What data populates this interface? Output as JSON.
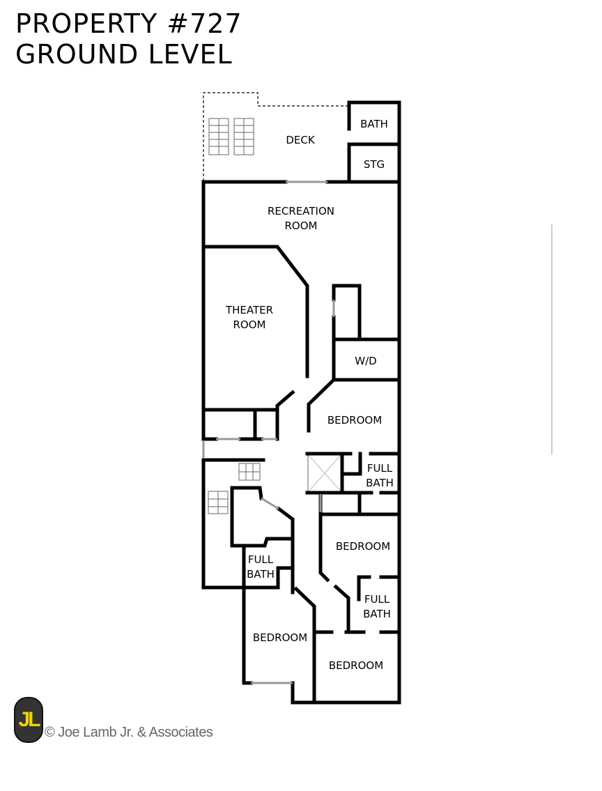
{
  "title": {
    "line1": "PROPERTY #727",
    "line2": "GROUND LEVEL"
  },
  "rooms": {
    "deck": "DECK",
    "bath": "BATH",
    "stg": "STG",
    "recreation": [
      "RECREATION",
      "ROOM"
    ],
    "theater": [
      "THEATER",
      "ROOM"
    ],
    "wd": "W/D",
    "bedroom1": "BEDROOM",
    "full_bath1": [
      "FULL",
      "BATH"
    ],
    "bedroom2": "BEDROOM",
    "full_bath2": [
      "FULL",
      "BATH"
    ],
    "full_bath3": [
      "FULL",
      "BATH"
    ],
    "bedroom3": "BEDROOM",
    "bedroom4": "BEDROOM"
  },
  "logo": {
    "text": "JL",
    "color": "#f2d400"
  },
  "copyright": "© Joe Lamb Jr. & Associates"
}
